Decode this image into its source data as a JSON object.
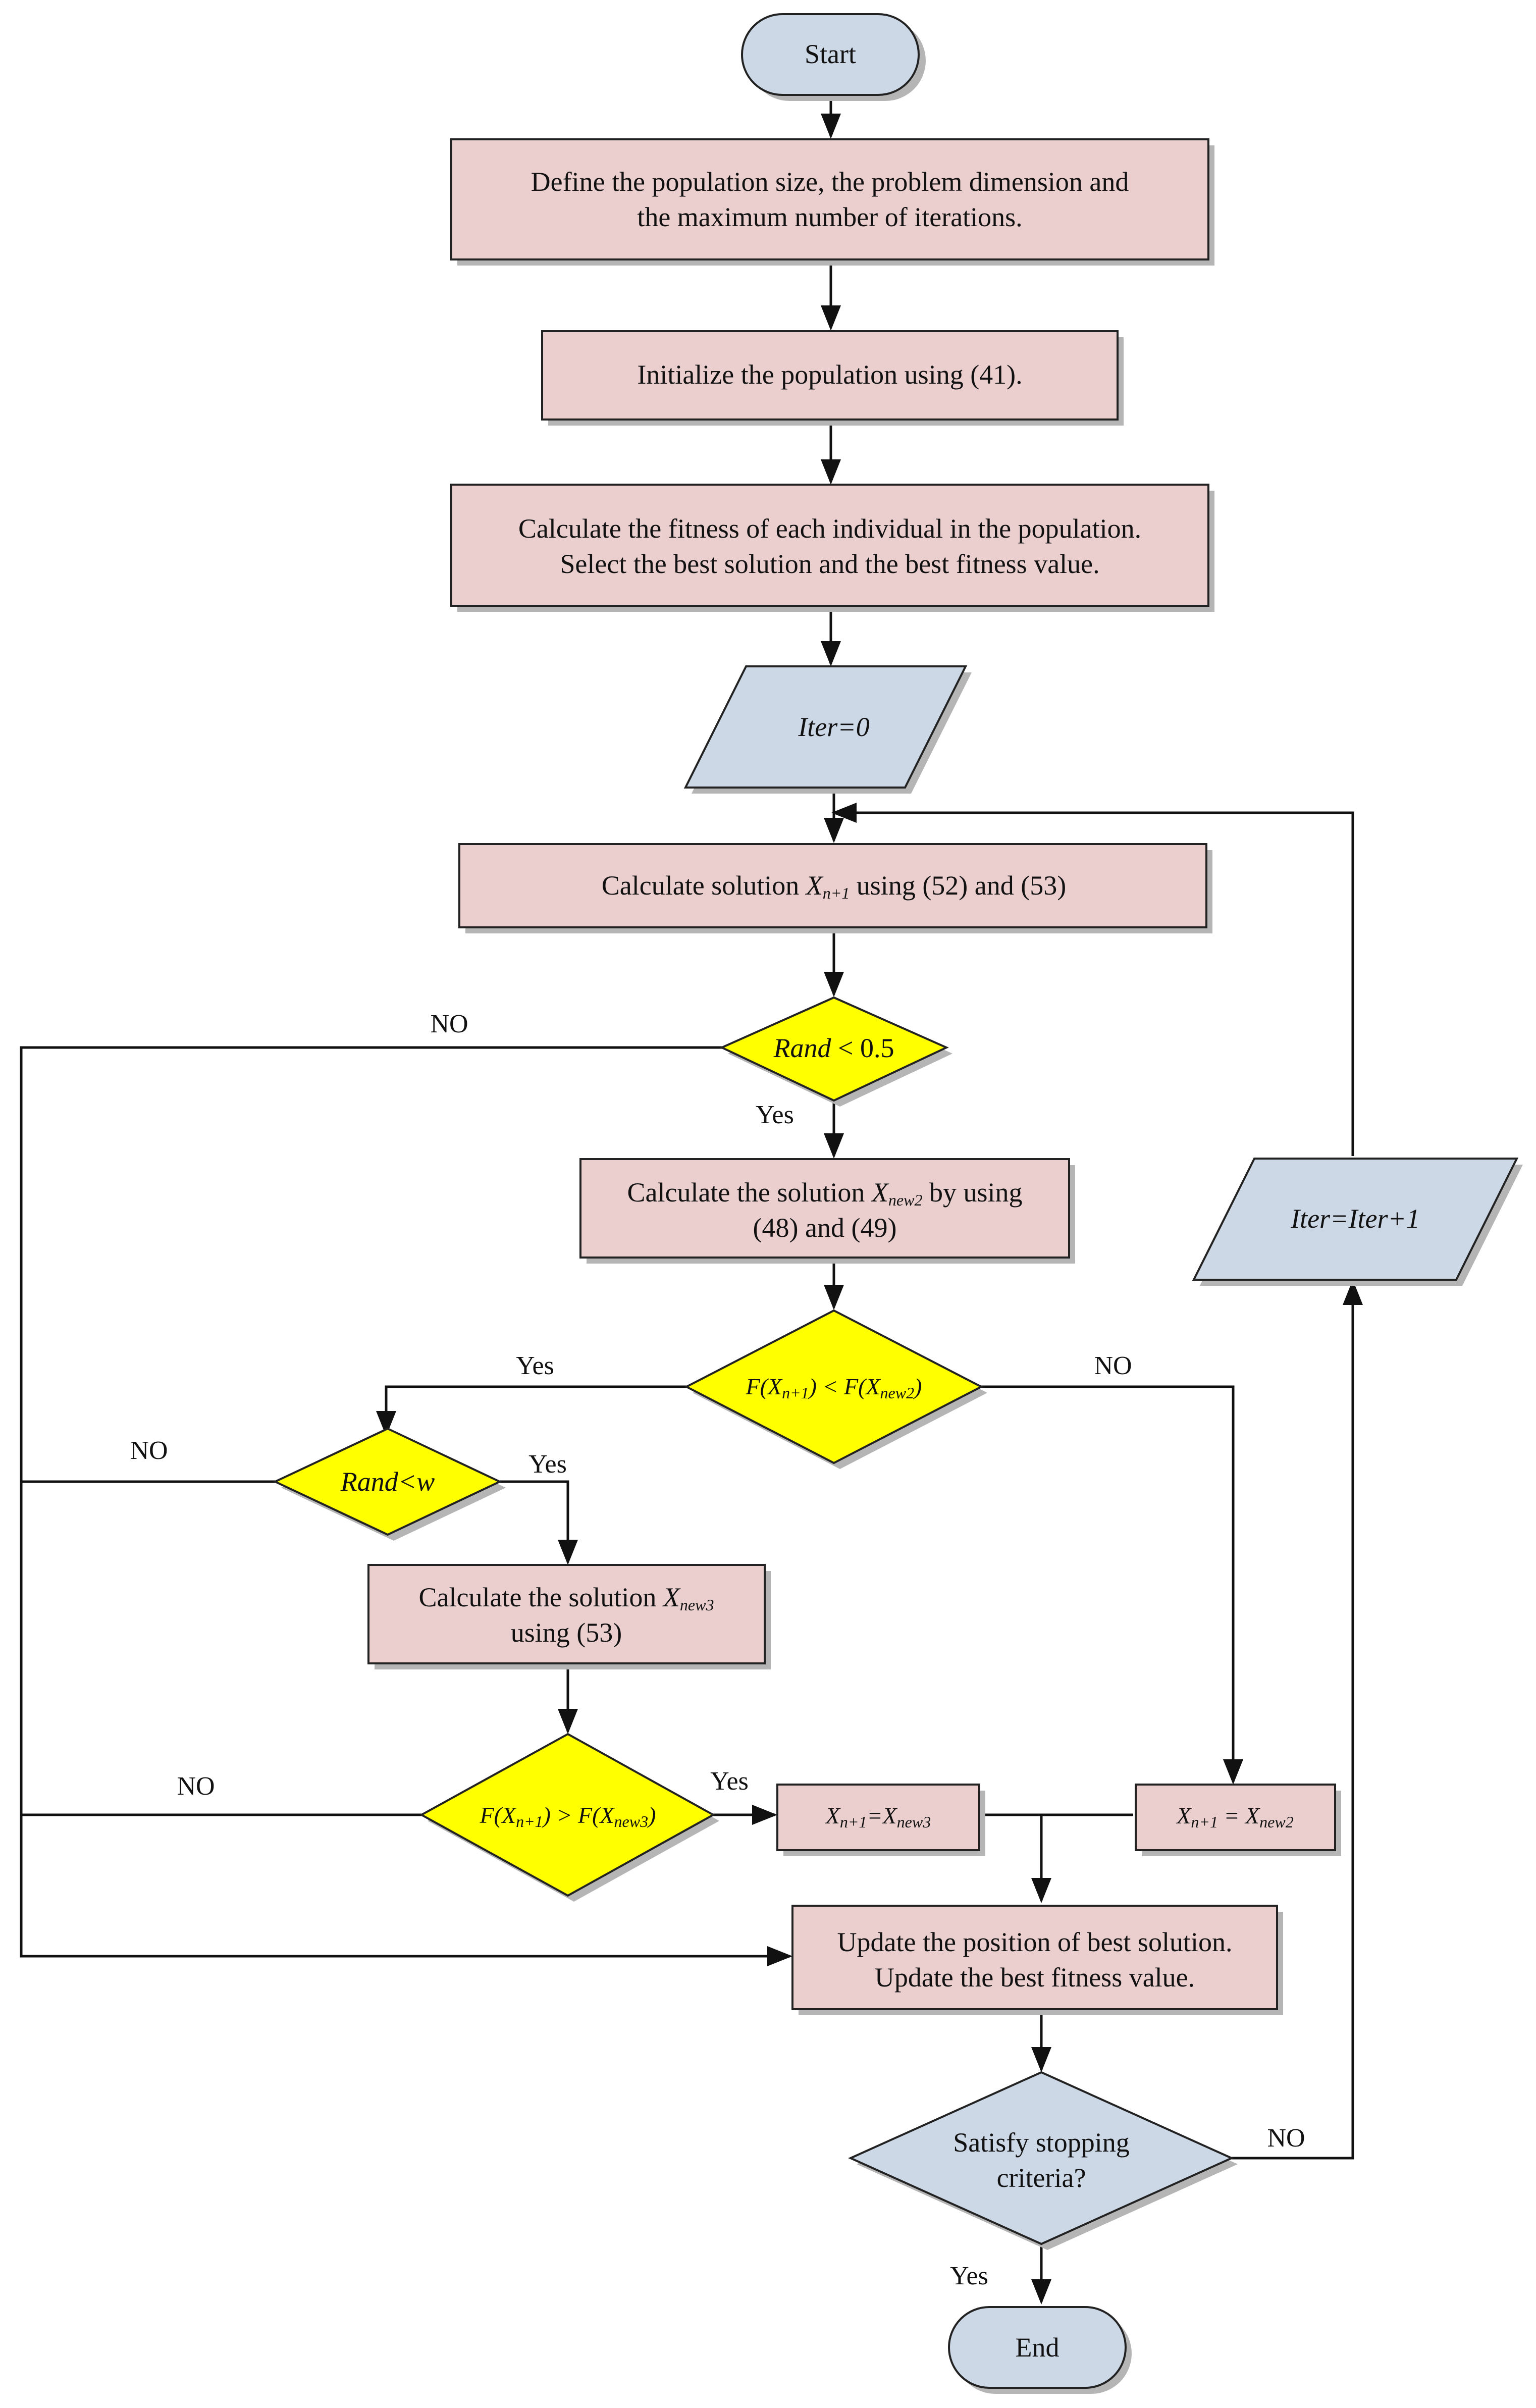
{
  "nodes": {
    "start": "Start",
    "define_line1": "Define the population size, the problem dimension and",
    "define_line2": "the maximum number of iterations.",
    "init": "Initialize the population using (41).",
    "fitness_line1": "Calculate the fitness of each individual in the population.",
    "fitness_line2": "Select the best solution and  the best fitness value.",
    "iter0": "Iter=0",
    "calc_xn1": {
      "pre": "Calculate solution ",
      "var": "X",
      "sub": "n+1",
      "post": " using (52) and (53)"
    },
    "rand05": {
      "var": "Rand",
      "post": " < 0.5"
    },
    "calc_xnew2": {
      "pre": "Calculate the solution ",
      "var": "X",
      "sub": "new2",
      "post": " by using",
      "line2": "(48) and (49)"
    },
    "cmp1": {
      "a": "F(X",
      "a_sub": "n+1",
      "mid": ") < F(X",
      "b_sub": "new2",
      "end": ")"
    },
    "randw": "Rand<w",
    "calc_xnew3": {
      "pre": "Calculate the solution ",
      "var": "X",
      "sub": "new3",
      "line2": "using (53)"
    },
    "cmp2": {
      "a": "F(X",
      "a_sub": "n+1",
      "mid": ") > F(X",
      "b_sub": "new3",
      "end": ")"
    },
    "assign3": {
      "lhs": "X",
      "lhs_sub": "n+1",
      "eq": "=X",
      "rhs_sub": "new3"
    },
    "assign2": {
      "lhs": "X",
      "lhs_sub": "n+1",
      "eq": " = X",
      "rhs_sub": "new2"
    },
    "update_line1": "Update the position of best solution.",
    "update_line2": "Update the best fitness value.",
    "stop_line1": "Satisfy stopping",
    "stop_line2": "criteria?",
    "iter_inc": "Iter=Iter+1",
    "end": "End"
  },
  "edge_labels": {
    "rand05_no": "NO",
    "rand05_yes": "Yes",
    "cmp1_yes": "Yes",
    "cmp1_no": "NO",
    "randw_no": "NO",
    "randw_yes": "Yes",
    "cmp2_no": "NO",
    "cmp2_yes": "Yes",
    "stop_no": "NO",
    "stop_yes": "Yes"
  },
  "colors": {
    "process": "#ebcfcf",
    "terminal": "#cdd8e7",
    "decision": "#ffff00"
  }
}
